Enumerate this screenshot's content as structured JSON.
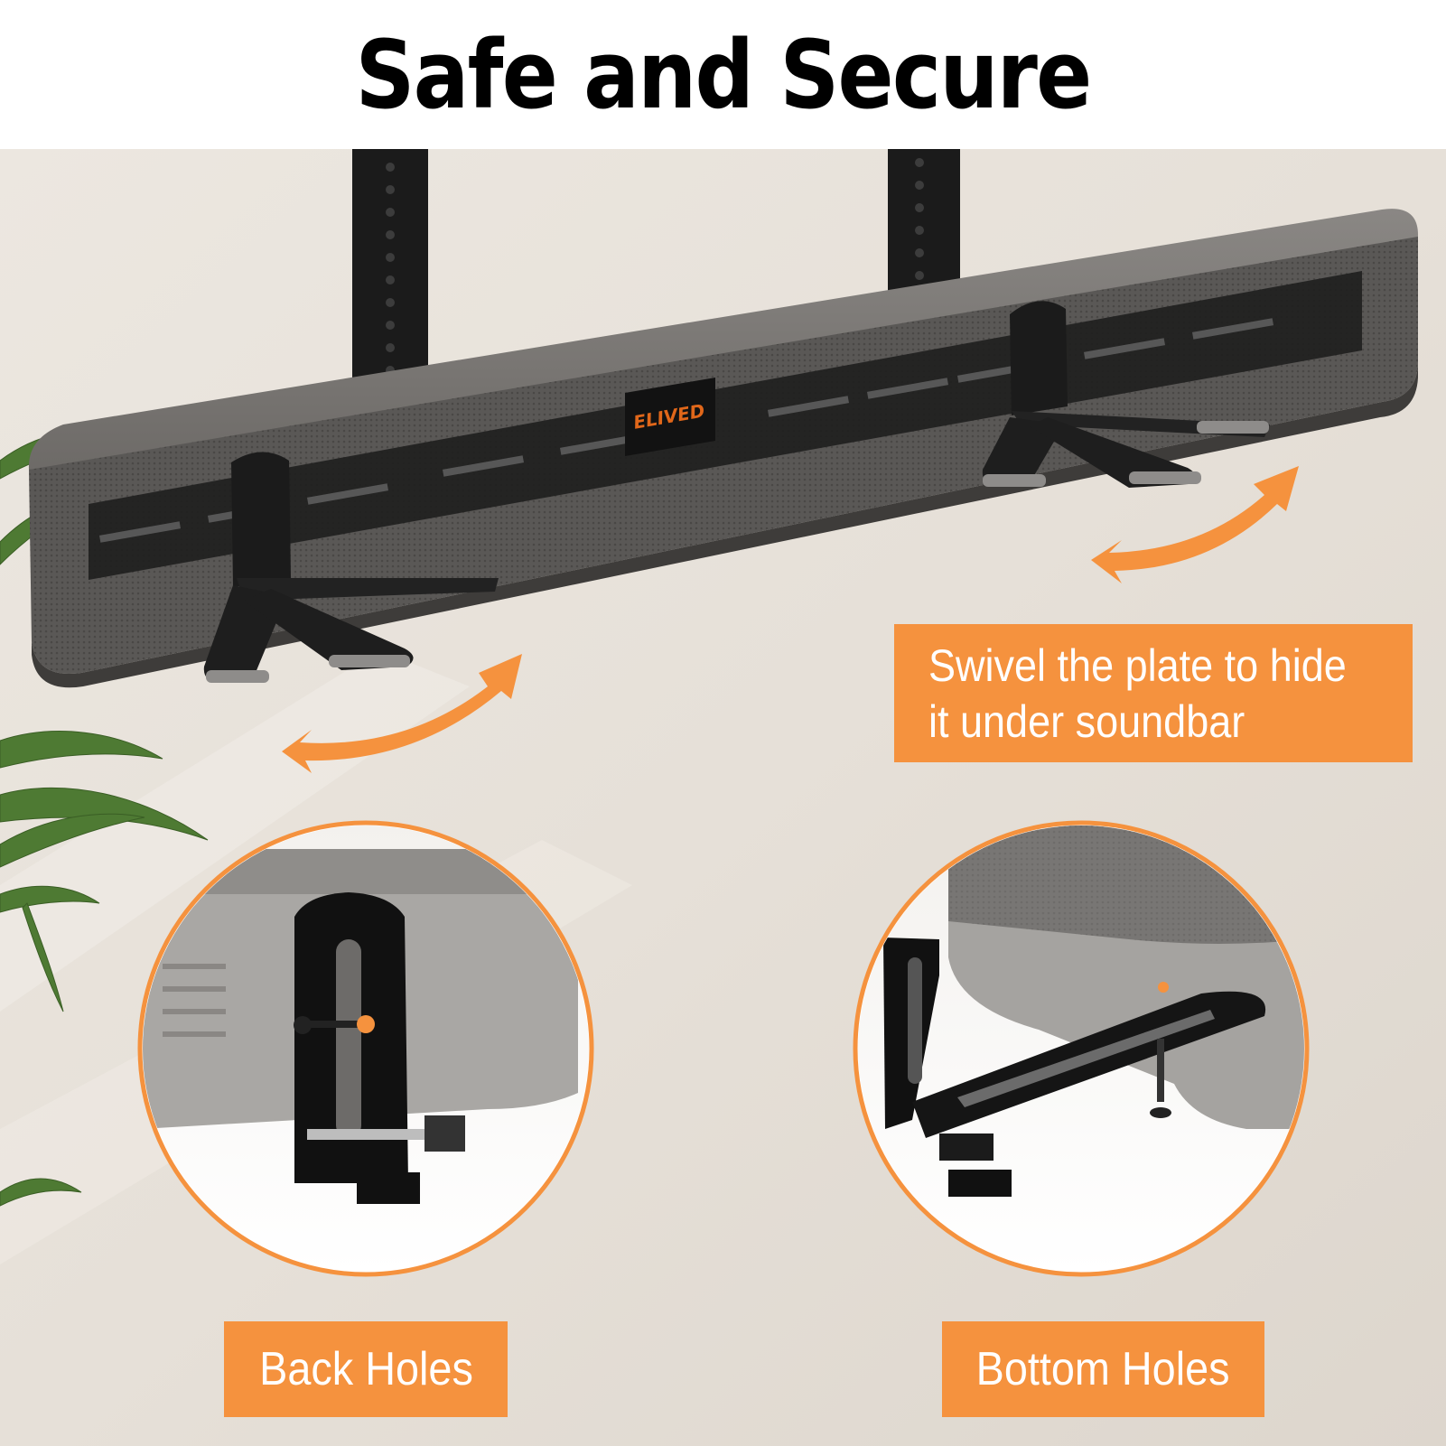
{
  "header": {
    "title": "Safe and Secure"
  },
  "mount": {
    "brand_logo": "ELIVED"
  },
  "callout": {
    "line1": "Swivel the plate to hide",
    "line2": "it under soundbar"
  },
  "details": {
    "left_label": "Back Holes",
    "right_label": "Bottom Holes"
  },
  "colors": {
    "accent": "#f5923e",
    "background": "#e9e4dd",
    "bracket": "#1b1b1b",
    "soundbar": "#7b7874"
  },
  "icons": [
    "swivel-arrow-icon",
    "plant-leaves-icon"
  ]
}
